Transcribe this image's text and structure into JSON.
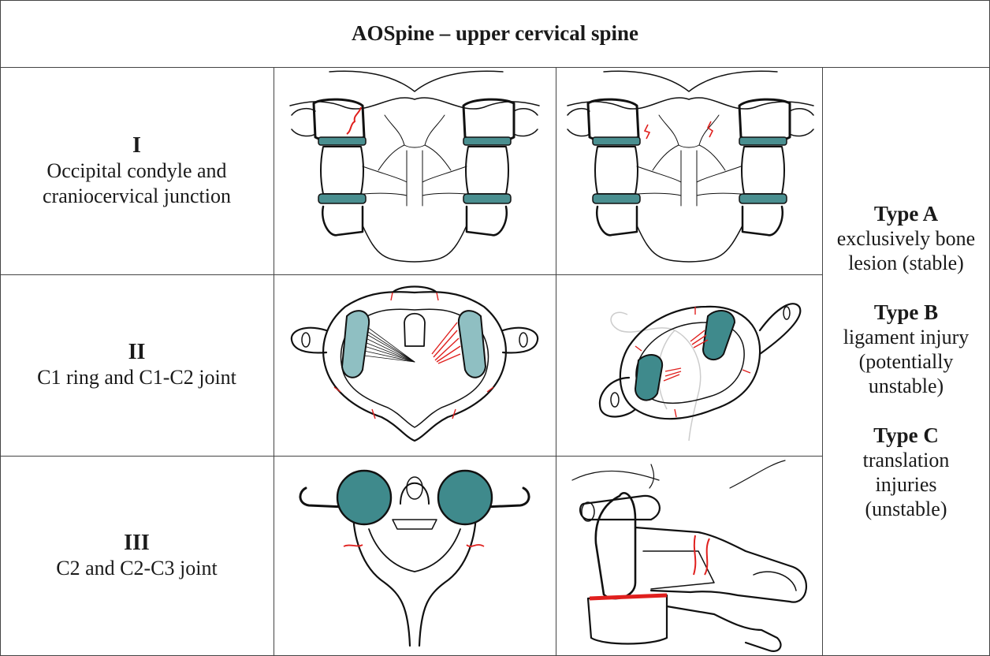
{
  "title": "AOSpine – upper cervical spine",
  "rows": [
    {
      "roman": "I",
      "description": "Occipital condyle and craniocervical junction"
    },
    {
      "roman": "II",
      "description": "C1 ring and C1-C2 joint"
    },
    {
      "roman": "III",
      "description": "C2 and C2-C3 joint"
    }
  ],
  "types": [
    {
      "name": "Type A",
      "description": "exclusively bone lesion (stable)"
    },
    {
      "name": "Type B",
      "description": "ligament injury (potentially unstable)"
    },
    {
      "name": "Type C",
      "description": "translation injuries (unstable)"
    }
  ],
  "colors": {
    "teal": "#3f8a8c",
    "teal_light": "#8fbfc2",
    "fracture": "#e0201e",
    "line": "#111111"
  },
  "icons": [
    "occipital-condyle-illustration",
    "c1-ring-illustration",
    "c2-vertebra-illustration"
  ]
}
